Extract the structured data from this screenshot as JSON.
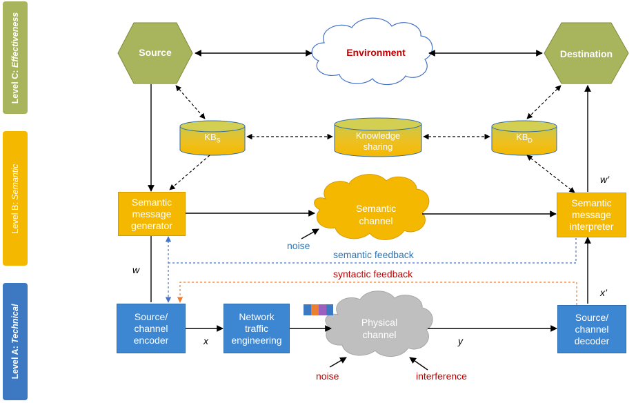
{
  "levels": {
    "c": {
      "prefix": "Level C: ",
      "name": "Effectiveness"
    },
    "b": {
      "prefix": "Level B: ",
      "name": "Semantic"
    },
    "a": {
      "prefix": "Level A: ",
      "name": "Technical"
    }
  },
  "nodes": {
    "source": "Source",
    "environment": "Environment",
    "destination": "Destination",
    "kb_s": "KB",
    "kb_s_sub": "S",
    "knowledge_sharing_1": "Knowledge",
    "knowledge_sharing_2": "sharing",
    "kb_d": "KB",
    "kb_d_sub": "D",
    "smg": [
      "Semantic",
      "message",
      "generator"
    ],
    "semantic_channel": [
      "Semantic",
      "channel"
    ],
    "smi": [
      "Semantic",
      "message",
      "interpreter"
    ],
    "encoder": [
      "Source/",
      "channel",
      "encoder"
    ],
    "network": [
      "Network",
      "traffic",
      "engineering"
    ],
    "physical_channel": [
      "Physical",
      "channel"
    ],
    "decoder": [
      "Source/",
      "channel",
      "decoder"
    ]
  },
  "labels": {
    "noise_semantic": "noise",
    "semantic_feedback": "semantic feedback",
    "syntactic_feedback": "syntactic feedback",
    "w": "w",
    "w_prime": "w’",
    "x": "x",
    "x_prime": "x’",
    "y": "y",
    "noise_physical": "noise",
    "interference": "interference"
  },
  "colors": {
    "effectiveness": "#a9b55c",
    "semantic": "#f5b800",
    "technical": "#3d78c3",
    "environment_text": "#c00000",
    "semantic_feedback": "#2e75b6",
    "syntactic_feedback": "#c00000",
    "noise_physical": "#c00000",
    "noise_semantic": "#2e75b6"
  }
}
